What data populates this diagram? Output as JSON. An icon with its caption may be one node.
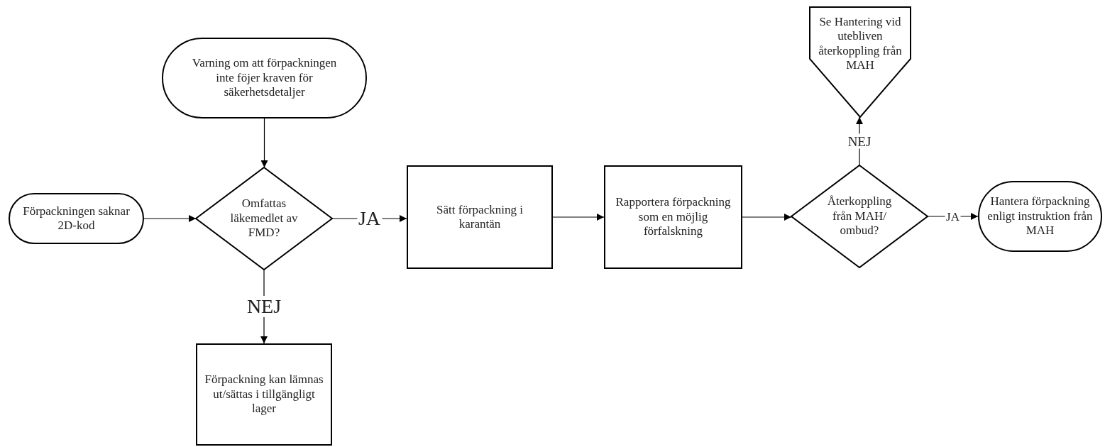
{
  "diagram": {
    "nodes": [
      {
        "text": [
          "Varning om att förpackningen inte föjer kraven för säkerhetsdetaljer"
        ]
      },
      {
        "text": [
          "Förpackningen saknar 2D-kod"
        ]
      },
      {
        "text": [
          "Omfattas läkemedlet av FMD?"
        ]
      },
      {
        "text": [
          "Sätt förpackning i karantän"
        ]
      },
      {
        "text": [
          "Rapportera förpackning som en möjlig förfalskning"
        ]
      },
      {
        "text": [
          "Återkoppling från MAH/ ombud?"
        ]
      },
      {
        "text": [
          "Se Hantering vid utebliven återkoppling från MAH"
        ]
      },
      {
        "text": [
          "Hantera förpackning enligt instruktion från MAH"
        ]
      },
      {
        "text": [
          "Förpackning kan lämnas ut/sättas i tillgängligt lager"
        ]
      }
    ],
    "edges": [
      {
        "from": 0,
        "to": 2,
        "arrow": "to"
      },
      {
        "from": 1,
        "to": 2,
        "arrow": "to"
      },
      {
        "from": 2,
        "to": 3,
        "arrow": "to",
        "label": "JA"
      },
      {
        "from": 2,
        "to": 8,
        "arrow": "to",
        "label": "NEJ"
      },
      {
        "from": 3,
        "to": 4,
        "arrow": "to"
      },
      {
        "from": 4,
        "to": 5,
        "arrow": "to"
      },
      {
        "from": 5,
        "to": 6,
        "arrow": "to",
        "label": "NEJ"
      },
      {
        "from": 5,
        "to": 7,
        "arrow": "to",
        "label": "JA"
      }
    ]
  }
}
